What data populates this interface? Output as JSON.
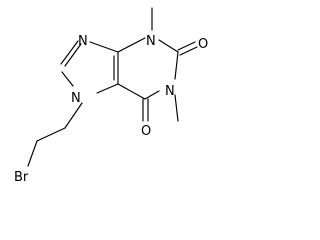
{
  "structure": {
    "atoms": {
      "N7": "N",
      "N9": "N",
      "N3": "N",
      "N1": "N",
      "O2": "O",
      "O6": "O",
      "Br": "Br"
    }
  }
}
